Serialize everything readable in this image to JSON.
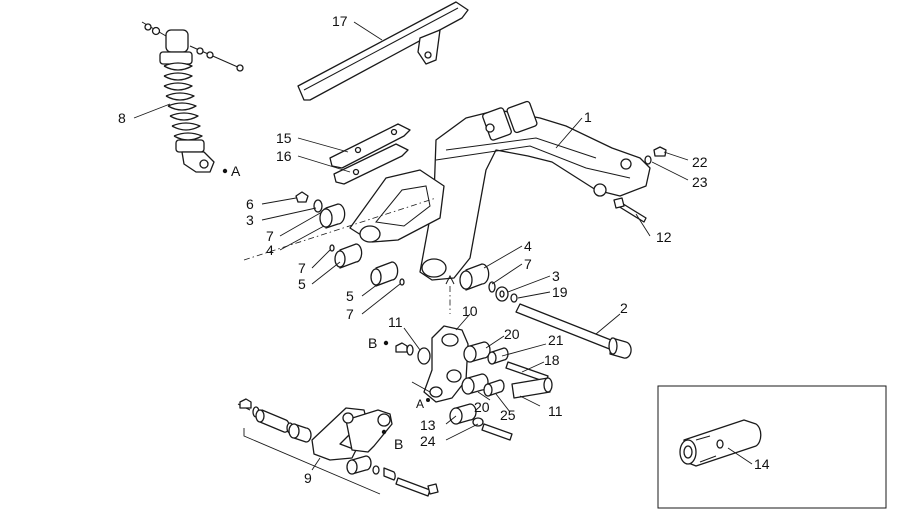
{
  "callouts": {
    "n1": "1",
    "n2": "2",
    "n3a": "3",
    "n3b": "3",
    "n4a": "4",
    "n4b": "4",
    "n5a": "5",
    "n5b": "5",
    "n6": "6",
    "n7a": "7",
    "n7b": "7",
    "n7c": "7",
    "n7d": "7",
    "n8": "8",
    "n9": "9",
    "n10": "10",
    "n11a": "11",
    "n11b": "11",
    "n12": "12",
    "n13": "13",
    "n14": "14",
    "n15": "15",
    "n16": "16",
    "n17": "17",
    "n18": "18",
    "n19": "19",
    "n20a": "20",
    "n20b": "20",
    "n21": "21",
    "n22": "22",
    "n23": "23",
    "n24": "24",
    "n25": "25"
  },
  "markers": {
    "a_top": "A",
    "a_bottom": "A",
    "b_left": "B",
    "b_right": "B"
  }
}
